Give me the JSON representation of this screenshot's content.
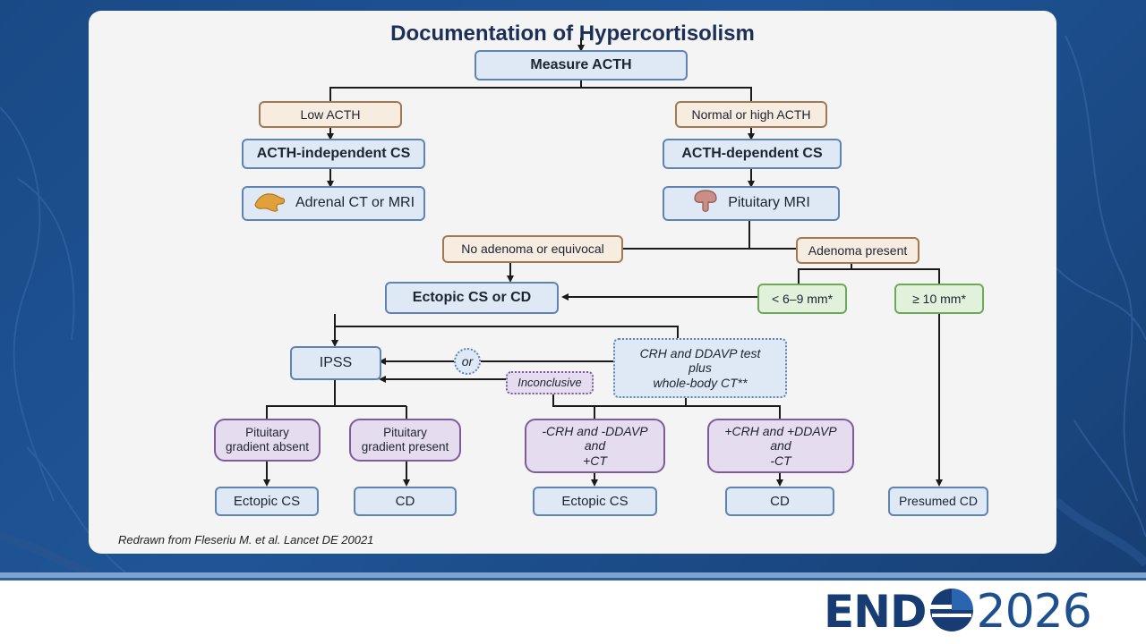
{
  "slide": {
    "title": "Documentation of Hypercortisolism",
    "credit": "Redrawn from Fleseriu M. et al. Lancet DE 20021"
  },
  "flowchart": {
    "measure": "Measure ACTH",
    "low": "Low ACTH",
    "normal_high": "Normal or high ACTH",
    "acth_independent": "ACTH-independent CS",
    "acth_dependent": "ACTH-dependent CS",
    "adrenal_imaging": "Adrenal CT or MRI",
    "pituitary_mri": "Pituitary MRI",
    "no_adenoma": "No adenoma or equivocal",
    "adenoma_present": "Adenoma present",
    "ectopic_or_cd": "Ectopic CS or CD",
    "small_adenoma": "< 6–9 mm*",
    "large_adenoma": "≥ 10 mm*",
    "ipss": "IPSS",
    "or": "or",
    "test_line1": "CRH and DDAVP test",
    "test_line2": "plus",
    "test_line3": "whole-body CT**",
    "inconclusive": "Inconclusive",
    "grad_absent_1": "Pituitary",
    "grad_absent_2": "gradient absent",
    "grad_present_1": "Pituitary",
    "grad_present_2": "gradient present",
    "neg_1": "-CRH and -DDAVP",
    "neg_2": "and",
    "neg_3": "+CT",
    "pos_1": "+CRH and +DDAVP",
    "pos_2": "and",
    "pos_3": "-CT",
    "outcome_ectopic_1": "Ectopic CS",
    "outcome_cd_1": "CD",
    "outcome_ectopic_2": "Ectopic CS",
    "outcome_cd_2": "CD",
    "outcome_presumed": "Presumed CD"
  },
  "logo": {
    "end": "END",
    "year": "2026"
  },
  "icons": [
    "adrenal-gland-icon",
    "pituitary-gland-icon",
    "globe-icon"
  ],
  "colors": {
    "background_blue": "#1f5597",
    "node_blue": "#dfe9f6",
    "node_tan": "#f6ece0",
    "node_green": "#e2f1dc",
    "node_purple": "#e6dcf0",
    "title_navy": "#1c2f57"
  }
}
